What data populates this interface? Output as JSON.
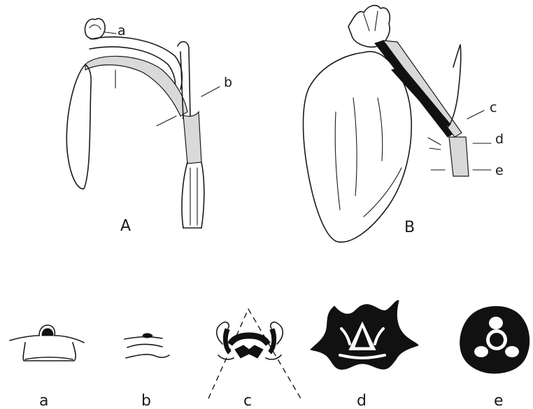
{
  "figure": {
    "panel_labels": {
      "A": "A",
      "B": "B"
    },
    "part_labels": {
      "a": "a",
      "b": "b",
      "c": "c",
      "d": "d",
      "e": "e"
    },
    "section_labels": [
      "a",
      "b",
      "c",
      "d",
      "e"
    ]
  }
}
